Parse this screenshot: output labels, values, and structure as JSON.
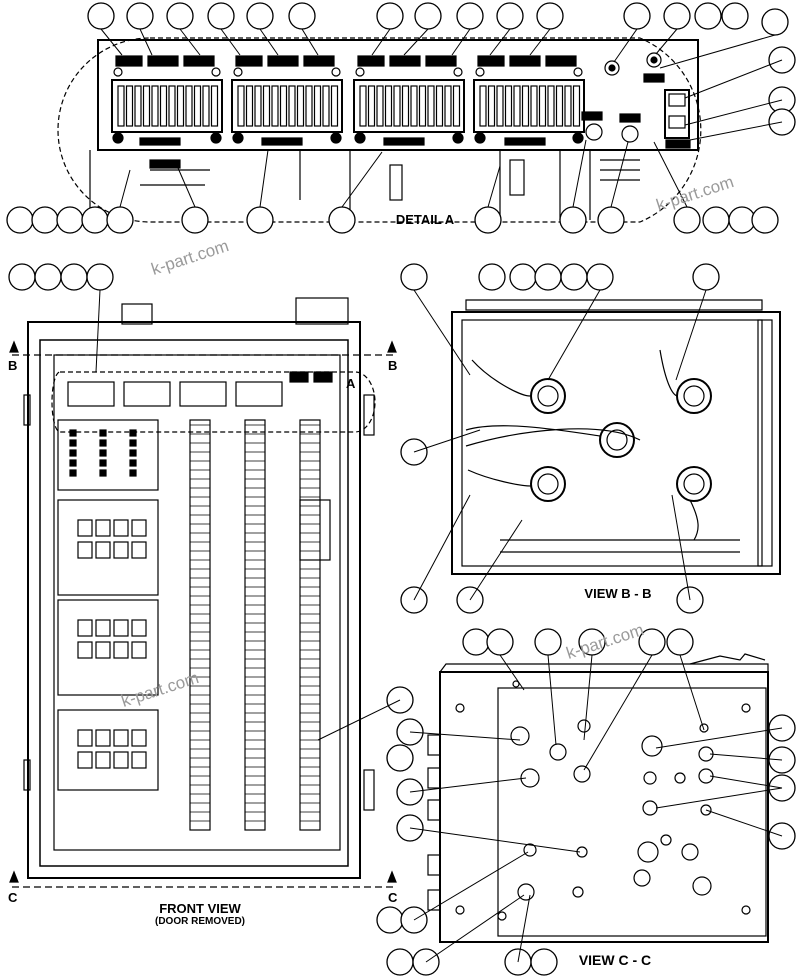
{
  "labels": {
    "detail": "DETAIL A",
    "view_bb": "VIEW B - B",
    "view_cc": "VIEW C - C",
    "front_view": "FRONT VIEW",
    "front_sub": "(DOOR REMOVED)",
    "section_b": "B",
    "section_c": "C",
    "detail_marker": "A"
  },
  "watermark": "k-part.com",
  "colors": {
    "line": "#000000",
    "watermark": "#9a9a9a"
  }
}
